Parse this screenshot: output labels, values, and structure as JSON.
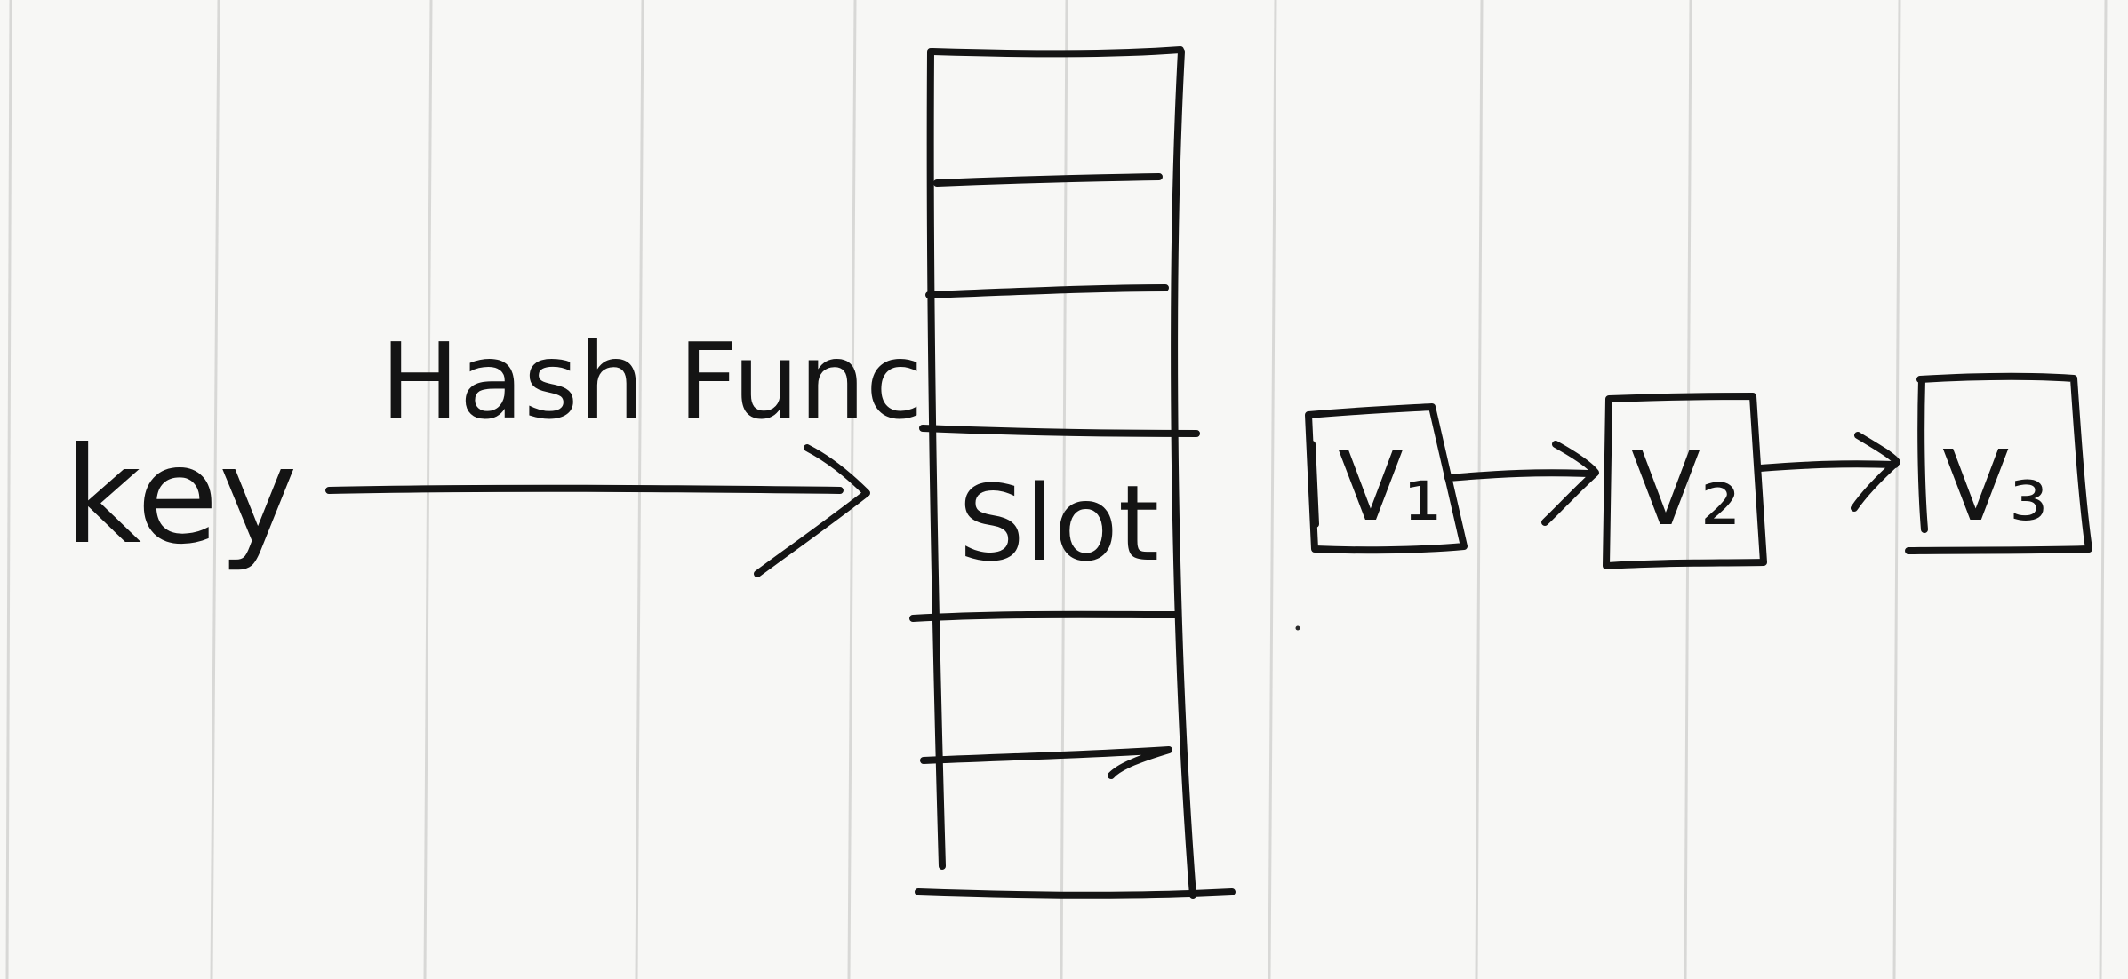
{
  "labels": {
    "key": "key",
    "hash_func": "Hash Func",
    "slot": "Slot",
    "v1": "V₁",
    "v2": "V₂",
    "v3": "V₃"
  },
  "colors": {
    "paper": "#f7f7f5",
    "ruled_line": "#d8d8d6",
    "ink": "#141414"
  }
}
